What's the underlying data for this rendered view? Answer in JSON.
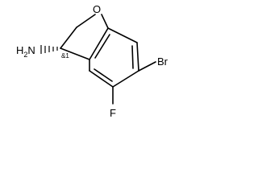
{
  "molecule": {
    "atoms": {
      "oxygen": "O",
      "amine": "H2N",
      "amine_h": "H",
      "amine_subscript": "2",
      "amine_n": "N",
      "bromine": "Br",
      "fluorine": "F",
      "stereo": "&1"
    },
    "colors": {
      "bond": "#000000",
      "text": "#000000",
      "background": "#ffffff"
    }
  }
}
